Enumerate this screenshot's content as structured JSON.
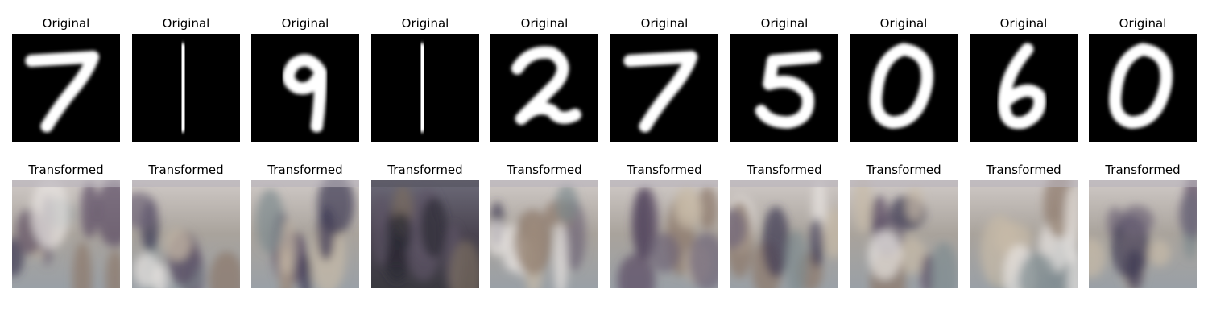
{
  "figure": {
    "row_titles": {
      "original": "Original",
      "transformed": "Transformed"
    },
    "panels": [
      {
        "digit": "7",
        "transformed_tone": "light"
      },
      {
        "digit": "1",
        "transformed_tone": "light"
      },
      {
        "digit": "9",
        "transformed_tone": "light"
      },
      {
        "digit": "1",
        "transformed_tone": "dark"
      },
      {
        "digit": "2",
        "transformed_tone": "light"
      },
      {
        "digit": "7",
        "transformed_tone": "light"
      },
      {
        "digit": "5",
        "transformed_tone": "light"
      },
      {
        "digit": "0",
        "transformed_tone": "light"
      },
      {
        "digit": "6",
        "transformed_tone": "light"
      },
      {
        "digit": "0",
        "transformed_tone": "light"
      }
    ],
    "colors": {
      "background": "#ffffff",
      "digit_background": "#000000",
      "digit_stroke": "#ffffff"
    }
  }
}
